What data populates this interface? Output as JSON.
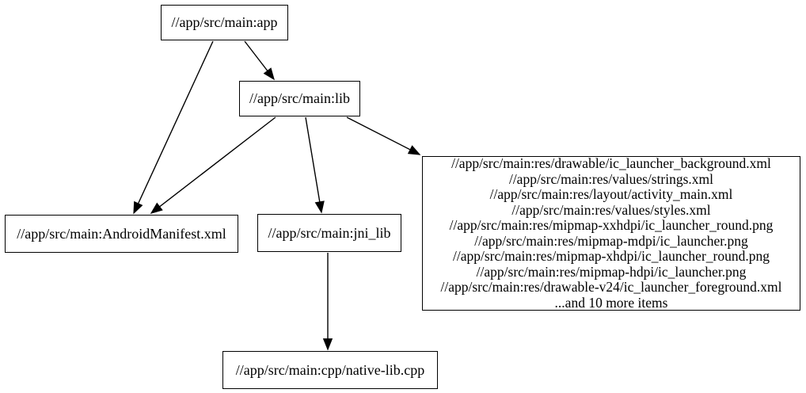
{
  "diagram": {
    "type": "directed-graph",
    "description": "build target dependency graph",
    "colors": {
      "background": "#ffffff",
      "node_fill": "#ffffff",
      "node_border": "#000000",
      "edge": "#000000",
      "text": "#000000"
    },
    "nodes": {
      "app": {
        "label": "//app/src/main:app"
      },
      "lib": {
        "label": "//app/src/main:lib"
      },
      "manifest": {
        "label": "//app/src/main:AndroidManifest.xml"
      },
      "jni_lib": {
        "label": "//app/src/main:jni_lib"
      },
      "native_lib": {
        "label": "//app/src/main:cpp/native-lib.cpp"
      },
      "resources": {
        "lines": [
          "//app/src/main:res/drawable/ic_launcher_background.xml",
          "//app/src/main:res/values/strings.xml",
          "//app/src/main:res/layout/activity_main.xml",
          "//app/src/main:res/values/styles.xml",
          "//app/src/main:res/mipmap-xxhdpi/ic_launcher_round.png",
          "//app/src/main:res/mipmap-mdpi/ic_launcher.png",
          "//app/src/main:res/mipmap-xhdpi/ic_launcher_round.png",
          "//app/src/main:res/mipmap-hdpi/ic_launcher.png",
          "//app/src/main:res/drawable-v24/ic_launcher_foreground.xml",
          "...and 10 more items"
        ]
      }
    },
    "edges": [
      {
        "from": "app",
        "to": "lib"
      },
      {
        "from": "app",
        "to": "manifest"
      },
      {
        "from": "lib",
        "to": "manifest"
      },
      {
        "from": "lib",
        "to": "jni_lib"
      },
      {
        "from": "lib",
        "to": "resources"
      },
      {
        "from": "jni_lib",
        "to": "native_lib"
      }
    ]
  }
}
